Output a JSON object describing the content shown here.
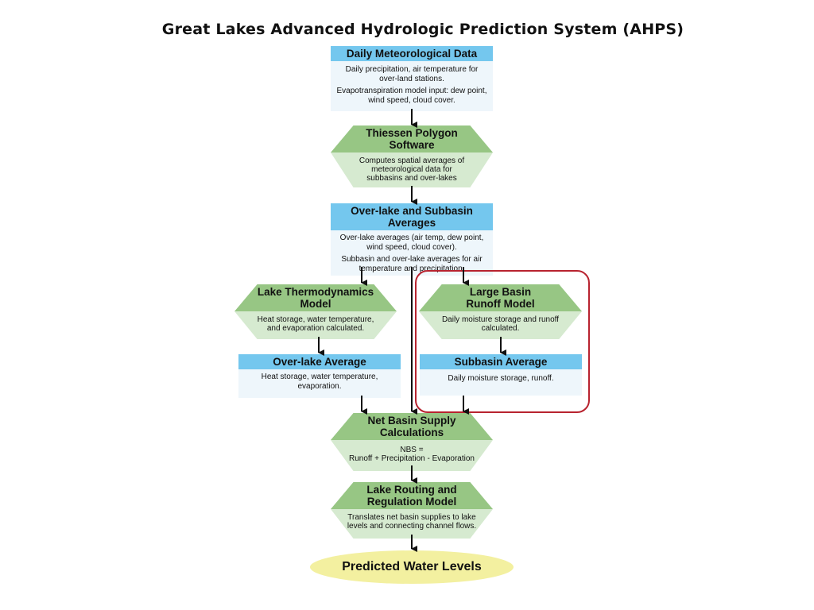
{
  "title": "Great Lakes Advanced Hydrologic Prediction System (AHPS)",
  "nodes": {
    "daily_met": {
      "head": "Daily Meteorological Data",
      "body": [
        "Daily precipitation, air temperature for over-land stations.",
        "Evapotranspiration model input: dew point, wind speed, cloud cover."
      ]
    },
    "thiessen": {
      "head": "Thiessen Polygon Software",
      "body": [
        "Computes spatial averages of meteorological data for subbasins and over-lakes"
      ]
    },
    "overlake_subbasin_avg": {
      "head": "Over-lake and Subbasin Averages",
      "body": [
        "Over-lake averages (air temp, dew point, wind speed, cloud cover).",
        "Subbasin and over-lake averages for air temperature and precipitation."
      ]
    },
    "lake_thermo": {
      "head": "Lake Thermodynamics Model",
      "body": [
        "Heat storage, water temperature, and evaporation calculated."
      ]
    },
    "large_basin": {
      "head": "Large Basin Runoff Model",
      "body": [
        "Daily moisture storage and runoff calculated."
      ]
    },
    "overlake_avg": {
      "head": "Over-lake Average",
      "body": [
        "Heat storage, water temperature, evaporation."
      ]
    },
    "subbasin_avg": {
      "head": "Subbasin Average",
      "body": [
        "Daily moisture storage, runoff."
      ]
    },
    "nbs": {
      "head": "Net Basin Supply Calculations",
      "body": [
        "NBS =",
        "Runoff + Precipitation - Evaporation"
      ]
    },
    "lake_routing": {
      "head": "Lake Routing and Regulation Model",
      "body": [
        "Translates net basin supplies to lake levels and connecting channel flows."
      ]
    },
    "predicted": {
      "head": "Predicted Water Levels"
    }
  },
  "colors": {
    "rect_header": "#74c7ee",
    "rect_body": "#eef6fb",
    "hex_header": "#97c684",
    "hex_body": "#d6ead0",
    "oval": "#f3f0a0",
    "highlight_border": "#b8232f"
  }
}
